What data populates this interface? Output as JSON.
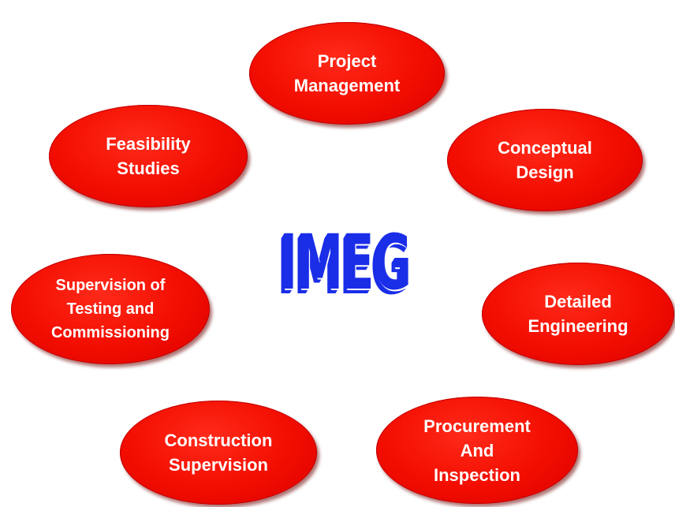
{
  "center_logo": "IMEG",
  "services": [
    {
      "label": "Project\nManagement"
    },
    {
      "label": "Feasibility\nStudies"
    },
    {
      "label": "Conceptual\nDesign"
    },
    {
      "label": "Supervision of\nTesting and\nCommissioning"
    },
    {
      "label": "Detailed\nEngineering"
    },
    {
      "label": "Construction\nSupervision"
    },
    {
      "label": "Procurement\nAnd\nInspection"
    }
  ],
  "colors": {
    "node_fill": "#f20d00",
    "node_text": "#ffffff",
    "logo": "#1a2ee8"
  }
}
